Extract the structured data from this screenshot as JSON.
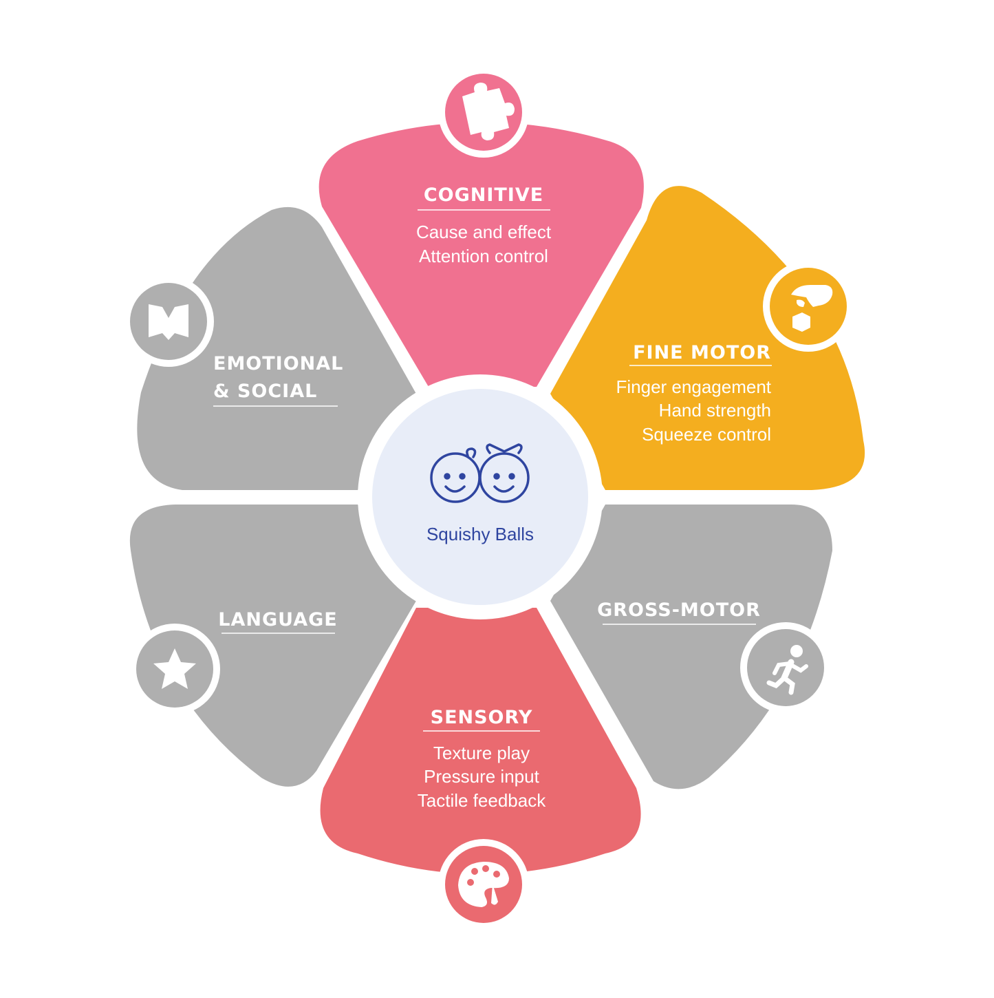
{
  "colors": {
    "cognitive": "#f07190",
    "fine_motor": "#f4ae1f",
    "sensory": "#ea6a70",
    "grey": "#afafaf",
    "center_fill": "#e8edf8",
    "center_text": "#2f45a0"
  },
  "center": {
    "label": "Squishy Balls",
    "icon": "kids-faces-icon"
  },
  "segments": [
    {
      "id": "cognitive",
      "title": "COGNITIVE",
      "lines": [
        "Cause and effect",
        "Attention control"
      ],
      "icon": "puzzle-piece-icon"
    },
    {
      "id": "fine-motor",
      "title": "FINE MOTOR",
      "lines": [
        "Finger engagement",
        "Hand strength",
        "Squeeze control"
      ],
      "icon": "hand-picking-block-icon"
    },
    {
      "id": "gross-motor",
      "title": "GROSS-MOTOR",
      "lines": [],
      "icon": "running-person-icon"
    },
    {
      "id": "sensory",
      "title": "SENSORY",
      "lines": [
        "Texture play",
        "Pressure input",
        "Tactile feedback"
      ],
      "icon": "paint-palette-icon"
    },
    {
      "id": "language",
      "title": "LANGUAGE",
      "lines": [],
      "icon": "star-icon"
    },
    {
      "id": "emotional-social",
      "title": "EMOTIONAL",
      "title2": "& SOCIAL",
      "lines": [],
      "icon": "open-book-icon"
    }
  ]
}
